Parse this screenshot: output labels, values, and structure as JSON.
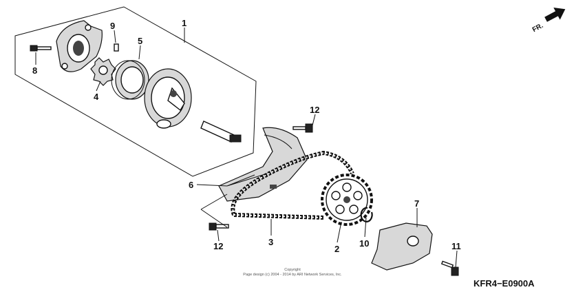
{
  "labels": {
    "c1": "1",
    "c2": "2",
    "c3": "3",
    "c4": "4",
    "c5": "5",
    "c6": "6",
    "c7": "7",
    "c8": "8",
    "c9": "9",
    "c10": "10",
    "c11": "11",
    "c12a": "12",
    "c12b": "12"
  },
  "direction": {
    "text": "FR."
  },
  "diagram_code": "KFR4−E0900A",
  "copyright": {
    "line1": "Copyright",
    "line2": "Page design (c) 2004 - 2014 by ARI Network Services, Inc."
  }
}
